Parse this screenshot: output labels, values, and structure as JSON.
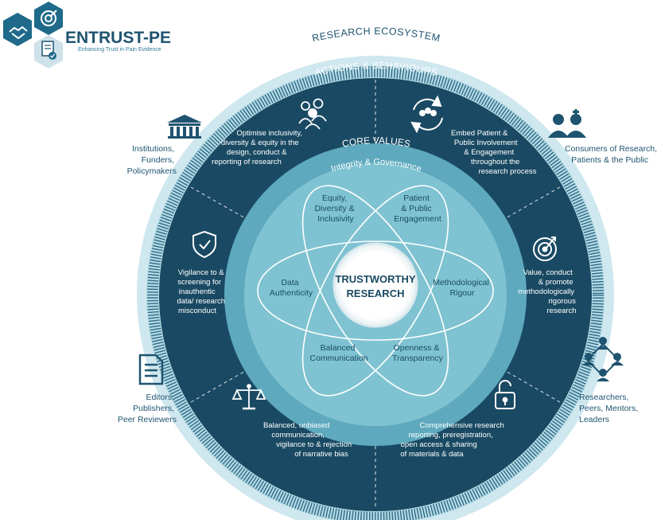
{
  "logo": {
    "name": "ENTRUST-PE",
    "tagline": "Enhancing Trust in Pain Evidence"
  },
  "rings": {
    "outer": "RESEARCH ECOSYSTEM",
    "middle": "ACTIONS & BEHAVIOURS",
    "core_title": "CORE VALUES",
    "core_subtitle": "Integrity & Governance"
  },
  "center": {
    "line1": "TRUSTWORTHY",
    "line2": "RESEARCH"
  },
  "values": {
    "equity": [
      "Equity,",
      "Diversity &",
      "Inclusivity"
    ],
    "patient": [
      "Patient",
      "& Public",
      "Engagement"
    ],
    "methodological": [
      "Methodological",
      "Rigour"
    ],
    "openness": [
      "Openness &",
      "Transparency"
    ],
    "balanced": [
      "Balanced",
      "Communication"
    ],
    "data": [
      "Data",
      "Authenticity"
    ]
  },
  "actions": {
    "inclusivity": [
      "Optimise inclusivity,",
      "diversity & equity in the",
      "design, conduct &",
      "reporting of research"
    ],
    "patient": [
      "Embed Patient &",
      "Public Involvement",
      "& Engagement",
      "throughout the",
      "research process"
    ],
    "rigour": [
      "Value, conduct",
      "& promote",
      "methodologically",
      "rigorous",
      "research"
    ],
    "reporting": [
      "Comprehensive research",
      "reporting,  preregistration,",
      "open access & sharing",
      "of materials & data"
    ],
    "balanced": [
      "Balanced, unbiased",
      "communication,",
      "vigilance to &  rejection",
      "of narrative bias"
    ],
    "vigilance": [
      "Vigilance to &",
      "screening for",
      "inauthentic",
      "data/ research",
      "misconduct"
    ]
  },
  "stakeholders": {
    "institutions": [
      "Institutions,",
      "Funders,",
      "Policymakers"
    ],
    "consumers": [
      "Consumers of Research,",
      "Patients & the Public"
    ],
    "editors": [
      "Editors,",
      "Publishers,",
      "Peer Reviewers"
    ],
    "researchers": [
      "Researchers,",
      "Peers, Mentors,",
      "Leaders"
    ]
  },
  "icons": {
    "logo": [
      "handshake-icon",
      "target-icon",
      "document-check-icon"
    ],
    "actions": [
      "diverse-people-icon",
      "community-cycle-icon",
      "target-icon",
      "padlock-icon",
      "scales-icon",
      "shield-check-icon"
    ],
    "stakeholders": [
      "institution-building-icon",
      "patient-doctor-icon",
      "document-icon",
      "network-people-icon"
    ]
  },
  "colors": {
    "navy": "#1a4a63",
    "mid_blue": "#4c9db3",
    "light_teal": "#bfe2ea",
    "core_teal": "#7fc3d2",
    "text_dark": "#1f5470"
  }
}
